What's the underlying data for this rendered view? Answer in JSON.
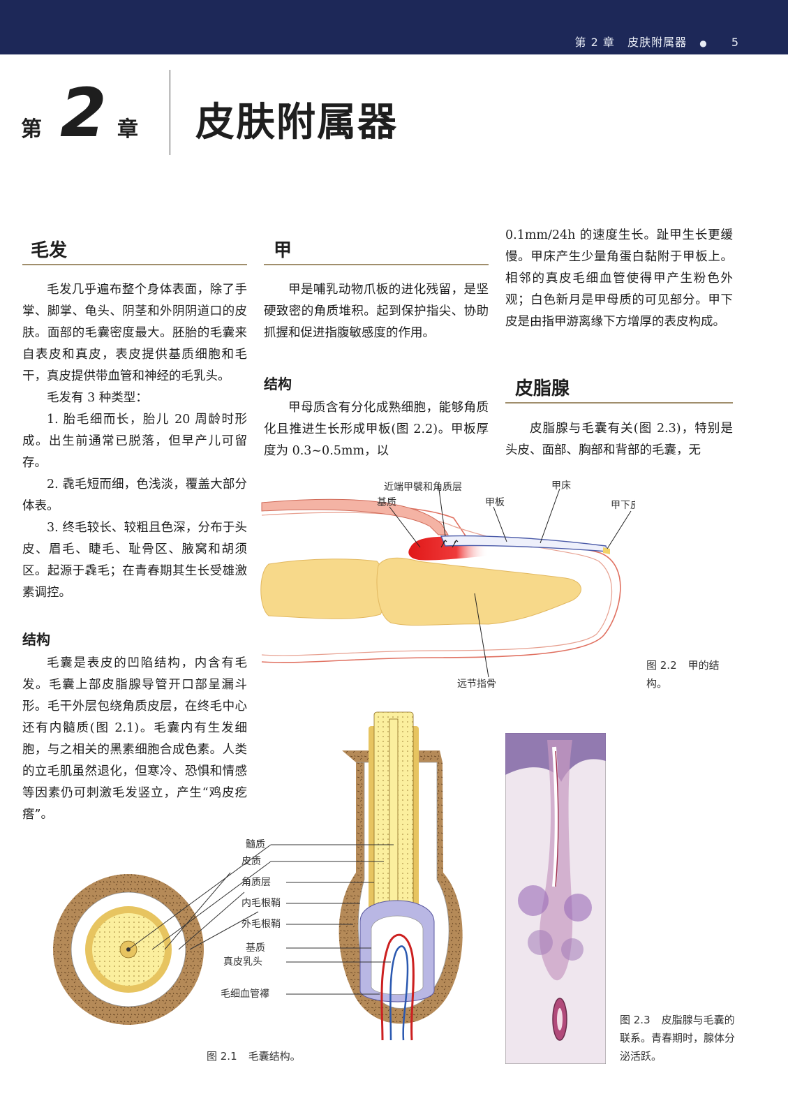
{
  "header": {
    "chapter_ref": "第 2 章",
    "chapter_name": "皮肤附属器",
    "page_number": "5"
  },
  "chapter": {
    "prefix": "第",
    "number": "2",
    "suffix": "章",
    "title": "皮肤附属器"
  },
  "hair": {
    "title": "毛发",
    "paragraphs": [
      "毛发几乎遍布整个身体表面，除了手掌、脚掌、龟头、阴茎和外阴阴道口的皮肤。面部的毛囊密度最大。胚胎的毛囊来自表皮和真皮，表皮提供基质细胞和毛干，真皮提供带血管和神经的毛乳头。",
      "毛发有 3 种类型：",
      "1. 胎毛细而长，胎儿 20 周龄时形成。出生前通常已脱落，但早产儿可留存。",
      "2. 毳毛短而细，色浅淡，覆盖大部分体表。",
      "3. 终毛较长、较粗且色深，分布于头皮、眉毛、睫毛、耻骨区、腋窝和胡须区。起源于毳毛；在青春期其生长受雄激素调控。"
    ],
    "structure_title": "结构",
    "structure_paragraphs": [
      "毛囊是表皮的凹陷结构，内含有毛发。毛囊上部皮脂腺导管开口部呈漏斗形。毛干外层包绕角质皮层，在终毛中心还有内髓质(图 2.1)。毛囊内有生发细胞，与之相关的黑素细胞合成色素。人类的立毛肌虽然退化，但寒冷、恐惧和情感等因素仍可刺激毛发竖立，产生“鸡皮疙瘩”。"
    ]
  },
  "nail": {
    "title": "甲",
    "paragraphs": [
      "甲是哺乳动物爪板的进化残留，是坚硬致密的角质堆积。起到保护指尖、协助抓握和促进指腹敏感度的作用。"
    ],
    "structure_title": "结构",
    "structure_paragraphs": [
      "甲母质含有分化成熟细胞，能够角质化且推进生长形成甲板(图 2.2)。甲板厚度为 0.3~0.5mm，以"
    ]
  },
  "col3": {
    "paragraphs": [
      "0.1mm/24h 的速度生长。趾甲生长更缓慢。甲床产生少量角蛋白黏附于甲板上。相邻的真皮毛细血管使得甲产生粉色外观；白色新月是甲母质的可见部分。甲下皮是由指甲游离缘下方增厚的表皮构成。"
    ],
    "sebaceous_title": "皮脂腺",
    "sebaceous_paragraphs": [
      "皮脂腺与毛囊有关(图 2.3)，特别是头皮、面部、胸部和背部的毛囊，无"
    ]
  },
  "fig22": {
    "labels": {
      "proximal_fold": "近端甲襞和角质层",
      "matrix": "基质",
      "nail_plate": "甲板",
      "nail_bed": "甲床",
      "hyponychium": "甲下皮",
      "distal_phalanx": "远节指骨"
    },
    "caption_num": "图 2.2",
    "caption_text": "甲的结构。"
  },
  "fig21": {
    "labels": {
      "medulla": "髓质",
      "cortex": "皮质",
      "cuticle": "角质层",
      "inner_sheath": "内毛根鞘",
      "outer_sheath": "外毛根鞘",
      "matrix": "基质",
      "papilla": "真皮乳头",
      "capillary": "毛细血管襻"
    },
    "caption_num": "图 2.1",
    "caption_text": "毛囊结构。"
  },
  "fig23": {
    "caption_num": "图 2.3",
    "caption_text": "皮脂腺与毛囊的联系。青春期时，腺体分泌活跃。"
  },
  "colors": {
    "header_band": "#1d2858",
    "rule": "#a08e6c",
    "bone": "#f7d98a",
    "follicle": "#b58a58",
    "matrix_red": "#e02020"
  }
}
